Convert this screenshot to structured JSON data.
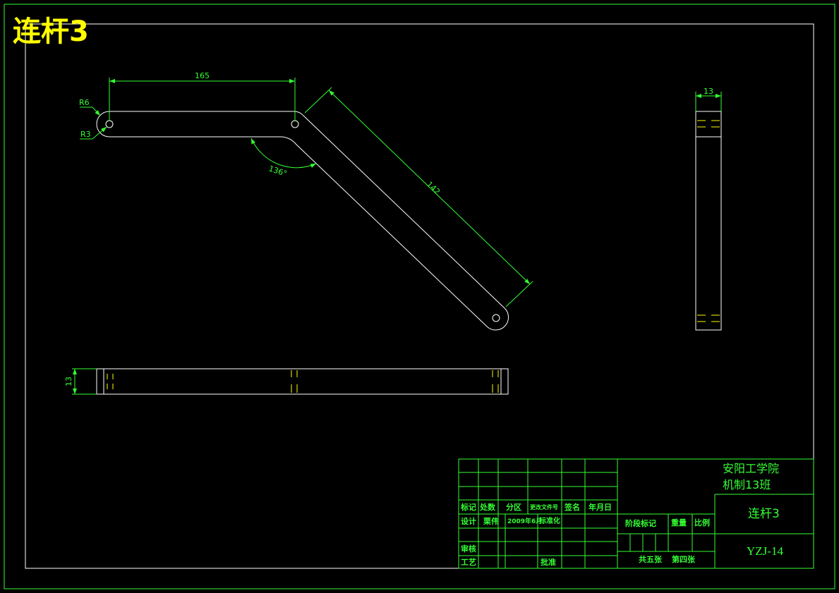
{
  "drawing": {
    "title": "连杆3",
    "colors": {
      "outline": "#ffffff",
      "green": "#33ff33",
      "yellow": "#ffff00",
      "background": "#000000"
    }
  },
  "dimensions": {
    "length_top": "165",
    "radius_outer": "R6",
    "radius_inner": "R3",
    "angle": "136°",
    "length_diag": "142",
    "thickness_front": "13",
    "thickness_side": "13"
  },
  "title_block": {
    "school": "安阳工学院",
    "class": "机制13班",
    "part_name": "连杆3",
    "drawing_no": "YZJ-14",
    "header": {
      "mark": "标记",
      "count": "处数",
      "zone": "分区",
      "change_doc": "更改文件号",
      "sign": "签名",
      "date": "年月日"
    },
    "design": "设计",
    "designer": "栗伟",
    "design_date": "2009年6月",
    "standardize": "标准化",
    "review": "审核",
    "process": "工艺",
    "approve": "批准",
    "stage_mark": "阶段标记",
    "weight": "重量",
    "scale": "比例",
    "total_sheets": "共五张",
    "sheet_no": "第四张"
  }
}
